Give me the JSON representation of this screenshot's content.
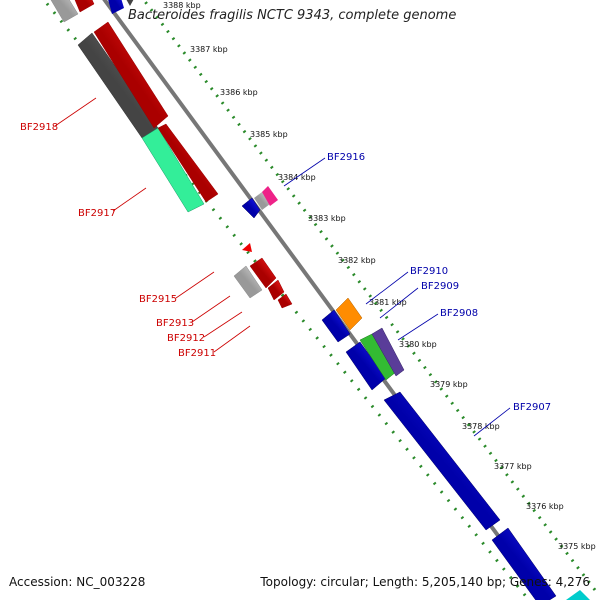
{
  "title": "Bacteroides fragilis NCTC 9343, complete genome",
  "footer": {
    "accession": "Accession: NC_003228",
    "summary": "Topology: circular; Length: 5,205,140 bp; Genes: 4,276"
  },
  "colors": {
    "backbone": "#777777",
    "tick_ring": "#2a8a2a",
    "forward_gene": "#0000ee",
    "reverse_gene": "#ee0000",
    "pseudo_gene": "#666666",
    "label_forward": "#0000aa",
    "label_reverse": "#cc0000",
    "orange": "#ff8c00",
    "teal": "#33ee99",
    "green": "#33bb33",
    "purple": "#5a3d99",
    "magenta": "#ee2288",
    "light_gray": "#bbbbbb",
    "cyan": "#00cccc"
  },
  "ticks": [
    "3388 kbp",
    "3387 kbp",
    "3386 kbp",
    "3385 kbp",
    "3384 kbp",
    "3383 kbp",
    "3382 kbp",
    "3381 kbp",
    "3380 kbp",
    "3379 kbp",
    "3378 kbp",
    "3377 kbp",
    "3376 kbp",
    "3375 kbp"
  ],
  "labels": {
    "forward": [
      "BF2916",
      "BF2910",
      "BF2909",
      "BF2908",
      "BF2907"
    ],
    "reverse": [
      "BF2918",
      "BF2917",
      "BF2915",
      "BF2913",
      "BF2912",
      "BF2911"
    ]
  }
}
